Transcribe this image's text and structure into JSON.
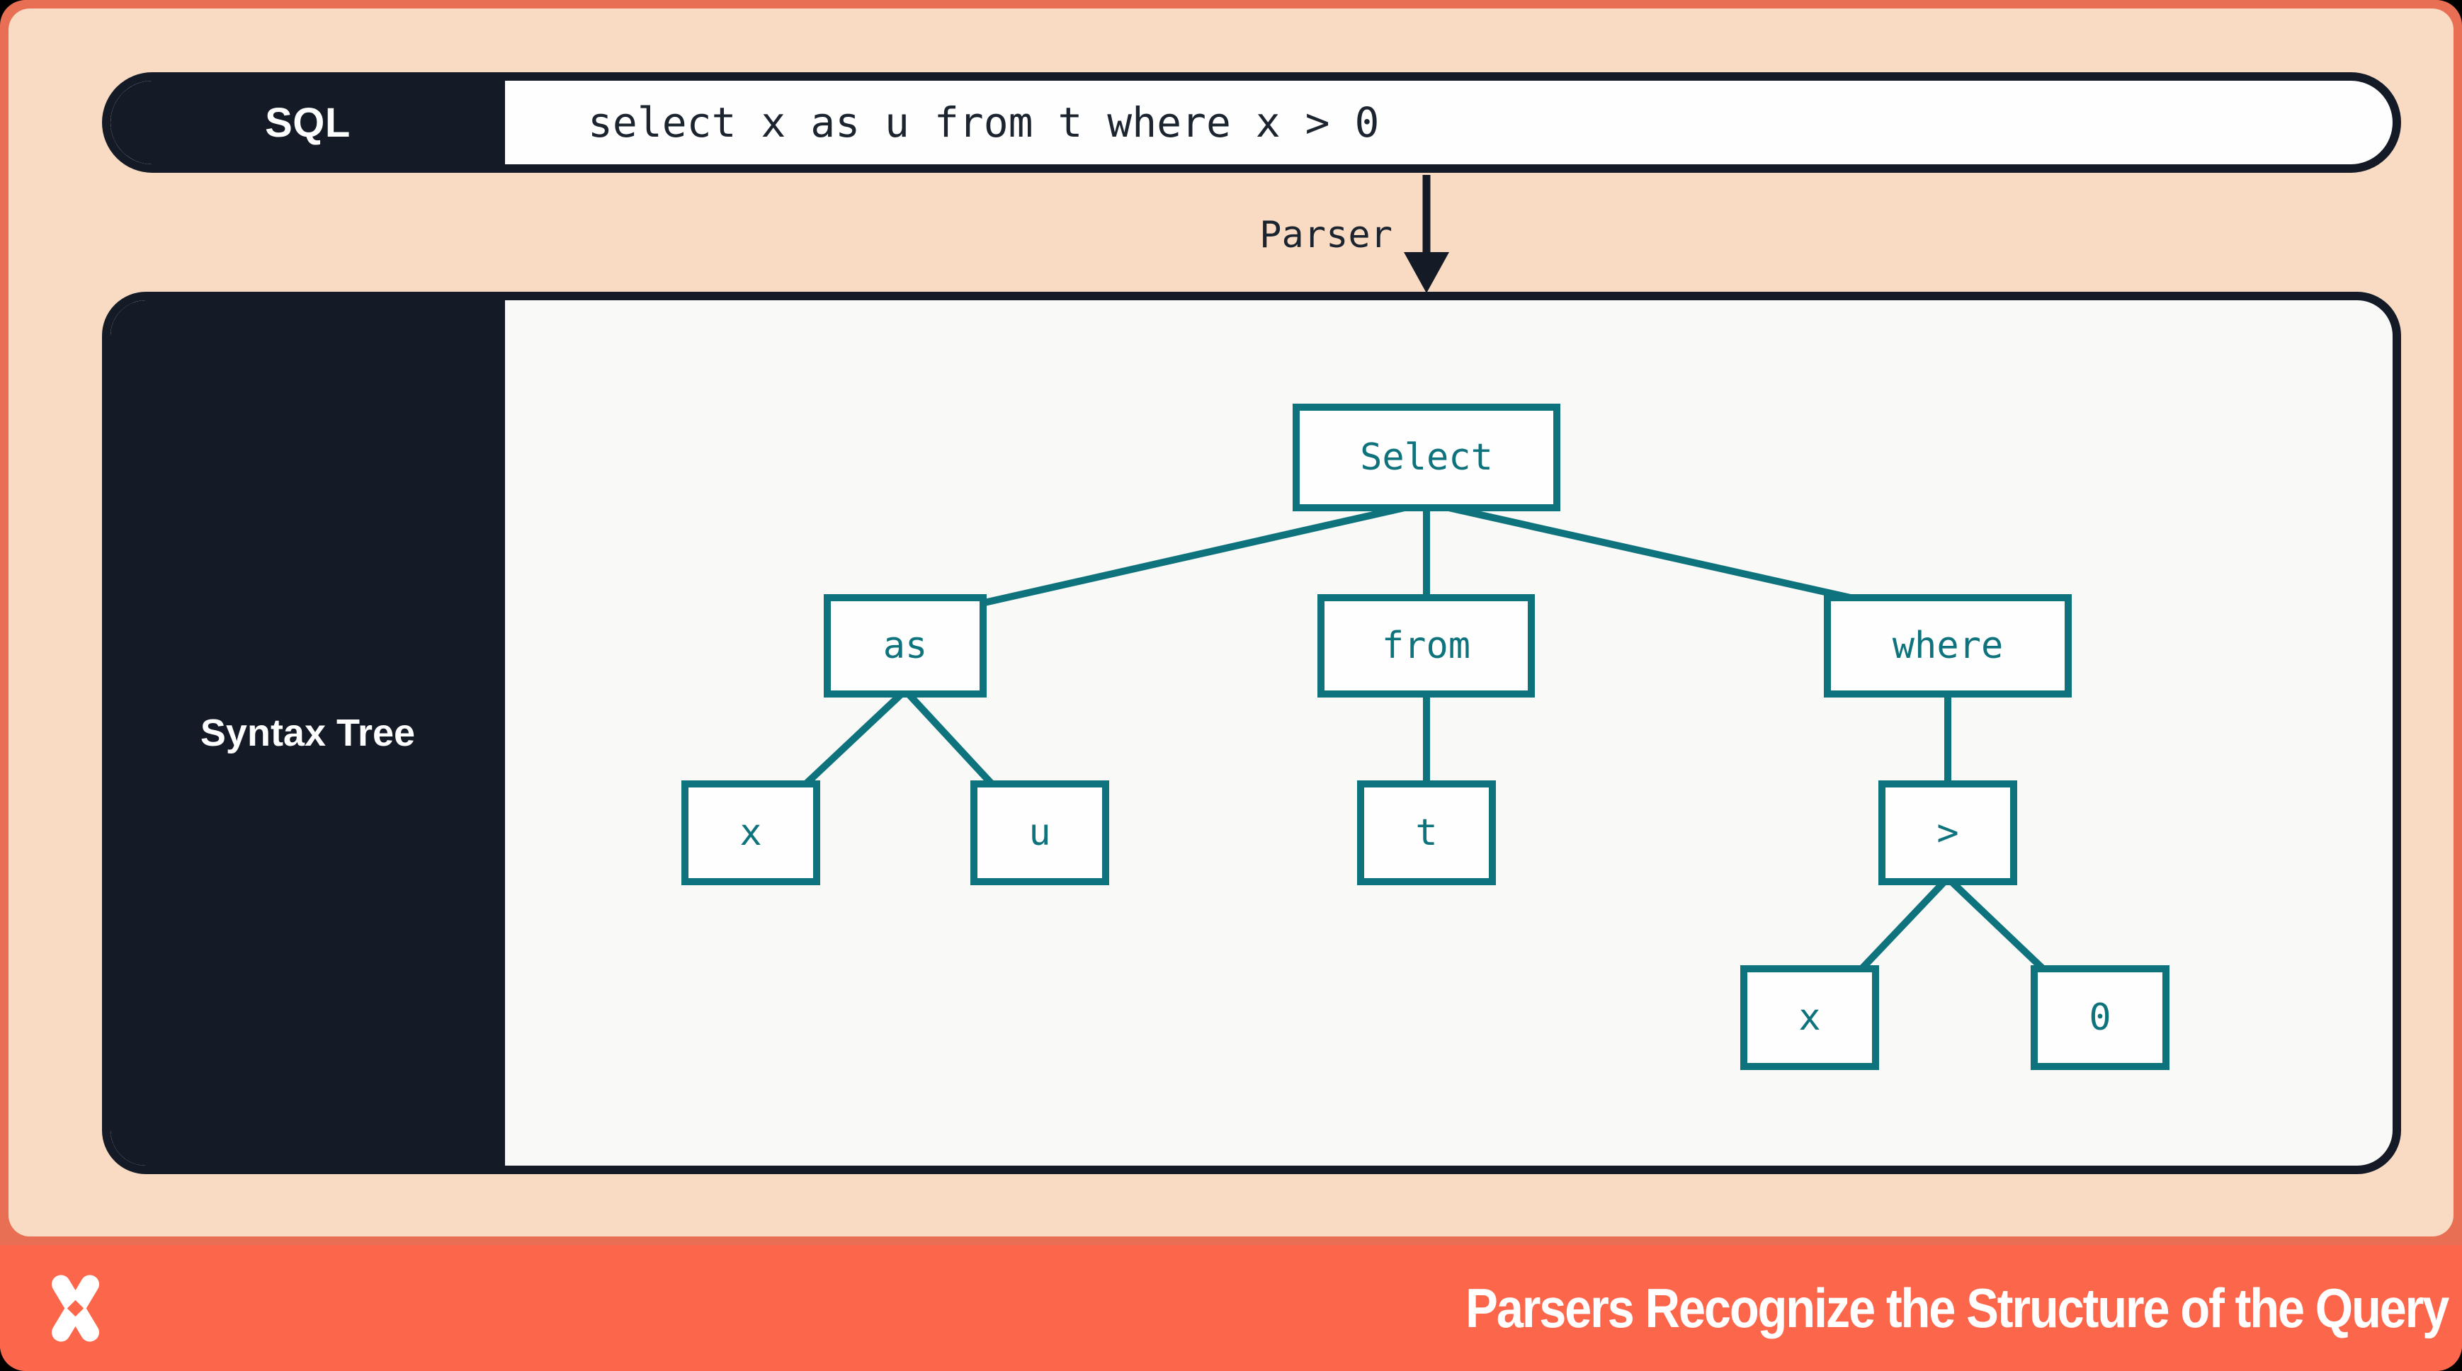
{
  "header": {
    "label": "SQL",
    "query": "select x as u from t where x > 0"
  },
  "parser": {
    "label": "Parser"
  },
  "syntax_tree": {
    "label": "Syntax Tree",
    "nodes": [
      {
        "id": "select",
        "label": "Select"
      },
      {
        "id": "as",
        "label": "as"
      },
      {
        "id": "from",
        "label": "from"
      },
      {
        "id": "where",
        "label": "where"
      },
      {
        "id": "x1",
        "label": "x"
      },
      {
        "id": "u",
        "label": "u"
      },
      {
        "id": "t",
        "label": "t"
      },
      {
        "id": "gt",
        "label": ">"
      },
      {
        "id": "x2",
        "label": "x"
      },
      {
        "id": "zero",
        "label": "0"
      }
    ],
    "edges": [
      [
        "select",
        "as"
      ],
      [
        "select",
        "from"
      ],
      [
        "select",
        "where"
      ],
      [
        "as",
        "x1"
      ],
      [
        "as",
        "u"
      ],
      [
        "from",
        "t"
      ],
      [
        "where",
        "gt"
      ],
      [
        "gt",
        "x2"
      ],
      [
        "gt",
        "zero"
      ]
    ]
  },
  "footer": {
    "title": "Parsers Recognize the Structure of the Query",
    "logo": "dolt-logo"
  },
  "colors": {
    "frame_coral": "#e86f54",
    "peach": "#f8dbc2",
    "band_coral": "#fc674c",
    "navy": "#141b27",
    "teal": "#0e737d",
    "panel_white": "#fdfefd"
  }
}
